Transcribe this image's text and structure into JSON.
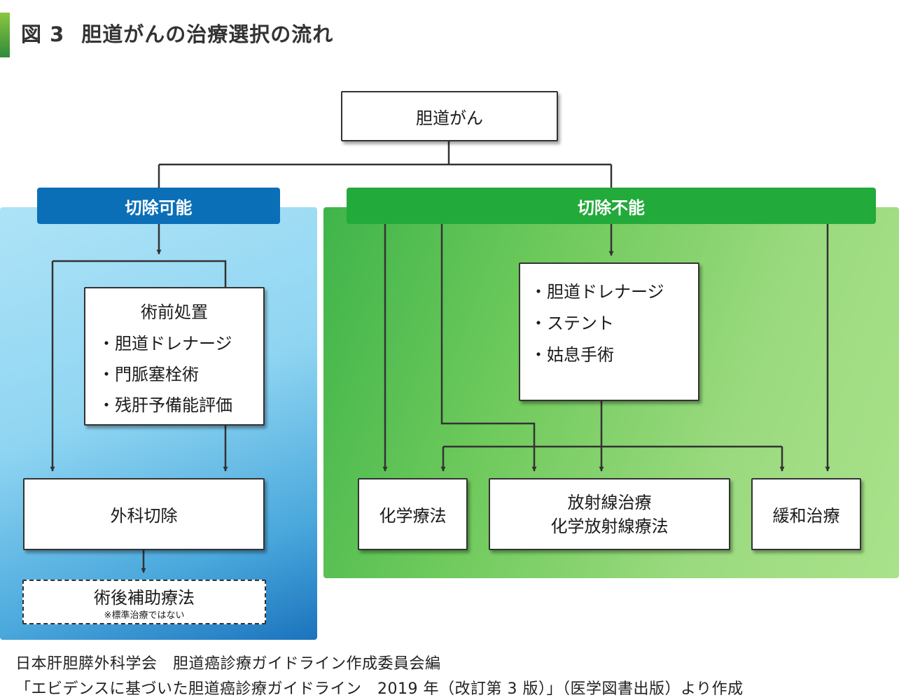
{
  "figure": {
    "number": "図 3",
    "title": "胆道がんの治療選択の流れ"
  },
  "root": "胆道がん",
  "left": {
    "header": "切除可能",
    "preop": {
      "title": "術前処置",
      "items": [
        "胆道ドレナージ",
        "門脈塞栓術",
        "残肝予備能評価"
      ]
    },
    "surgery": "外科切除",
    "adjuvant": {
      "label": "術後補助療法",
      "note": "※標準治療ではない"
    }
  },
  "right": {
    "header": "切除不能",
    "palliative_procedures": [
      "胆道ドレナージ",
      "ステント",
      "姑息手術"
    ],
    "chemo": "化学療法",
    "radiation": [
      "放射線治療",
      "化学放射線療法"
    ],
    "palliative_care": "緩和治療"
  },
  "footer": {
    "line1": "日本肝胆膵外科学会　胆道癌診療ガイドライン作成委員会編",
    "line2": "「エビデンスに基づいた胆道癌診療ガイドライン　2019 年（改訂第 3 版）」（医学図書出版）より作成"
  },
  "colors": {
    "resectable": "#0a6fb7",
    "unresectable": "#22aa3a",
    "title_accent": "#8cc63f"
  }
}
